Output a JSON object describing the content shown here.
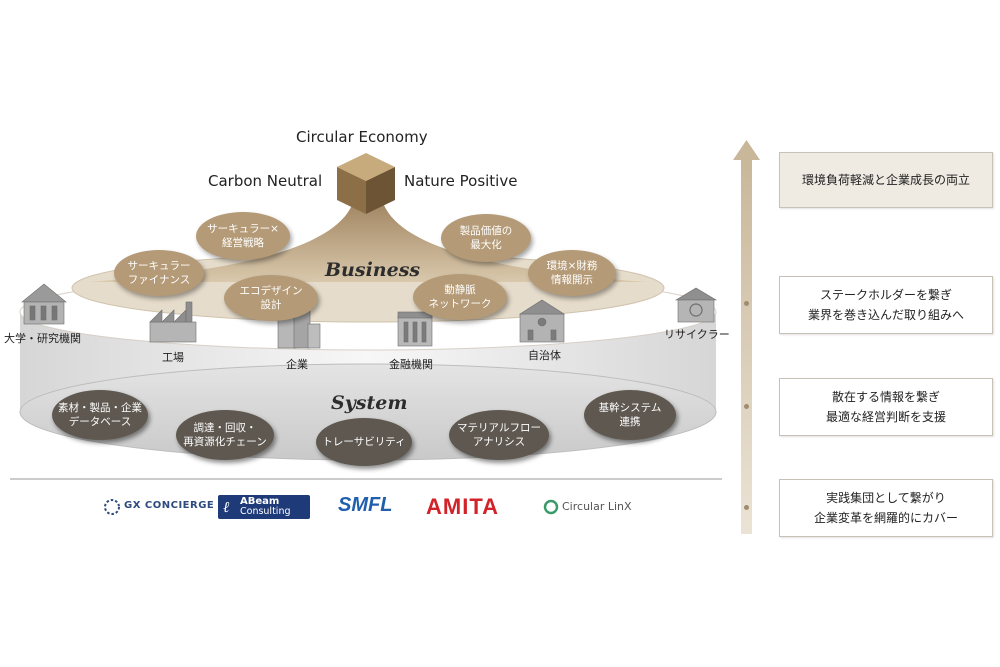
{
  "top": {
    "circular": "Circular Economy",
    "carbon": "Carbon Neutral",
    "nature": "Nature Positive"
  },
  "layers": {
    "business": "Business",
    "system": "System"
  },
  "business_bubbles": [
    "サーキュラー×\n経営戦略",
    "製品価値の\n最大化",
    "サーキュラー\nファイナンス",
    "エコデザイン\n設計",
    "動静脈\nネットワーク",
    "環境×財務\n情報開示"
  ],
  "stakeholders": [
    "大学・研究機関",
    "工場",
    "企業",
    "金融機関",
    "自治体",
    "リサイクラー"
  ],
  "system_bubbles": [
    "素材・製品・企業\nデータベース",
    "調達・回収・\n再資源化チェーン",
    "トレーサビリティ",
    "マテリアルフロー\nアナリシス",
    "基幹システム\n連携"
  ],
  "logos": {
    "gx": "GX CONCIERGE",
    "abeam_top": "ABeam",
    "abeam_bottom": "Consulting",
    "smfl": "SMFL",
    "amita": "AMITA",
    "circular_linx": "Circular LinX"
  },
  "right_boxes": [
    "環境負荷軽減と企業成長の両立",
    "ステークホルダーを繋ぎ\n業界を巻き込んだ取り組みへ",
    "散在する情報を繋ぎ\n最適な経営判断を支援",
    "実践集団として繋がり\n企業変革を網羅的にカバー"
  ],
  "colors": {
    "tan": "#b49a76",
    "platform": "#e6dccb",
    "system_dark": "#5e5850",
    "cube_top": "#c8ab7c",
    "cube_left": "#8c6f46",
    "cube_right": "#6c5434",
    "amita_red": "#d2232a",
    "abeam_navy": "#1f3a78",
    "smfl_blue": "#1f5fae",
    "gx_navy": "#2e4a7e",
    "linx_green": "#3a9a6a"
  }
}
